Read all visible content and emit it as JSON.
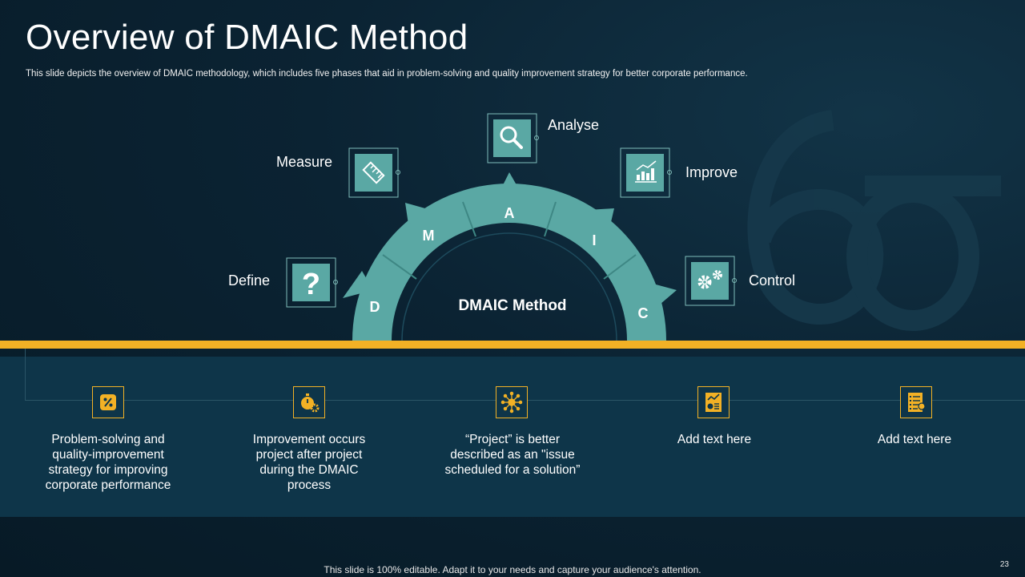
{
  "slide": {
    "title": "Overview of DMAIC Method",
    "subtitle": "This slide depicts the overview of DMAIC  methodology, which includes five phases that aid in problem-solving and quality improvement strategy for better corporate performance.",
    "footer": "This slide is 100% editable. Adapt it to your needs and capture your audience's attention.",
    "page_number": "23"
  },
  "diagram": {
    "center_label": "DMAIC Method",
    "letters": {
      "d": "D",
      "m": "M",
      "a": "A",
      "i": "I",
      "c": "C"
    },
    "phases": {
      "define": "Define",
      "measure": "Measure",
      "analyse": "Analyse",
      "improve": "Improve",
      "control": "Control"
    },
    "icons": {
      "define": "question-mark-icon",
      "measure": "ruler-icon",
      "analyse": "magnifier-icon",
      "improve": "growth-chart-icon",
      "control": "gears-icon"
    }
  },
  "features": [
    {
      "icon": "percent-icon",
      "text": "Problem-solving and quality-improvement strategy for improving corporate performance"
    },
    {
      "icon": "stopwatch-gear-icon",
      "text": "Improvement  occurs project after project during the DMAIC process"
    },
    {
      "icon": "network-icon",
      "text": "“Project” is better described as an \"issue scheduled for a solution”"
    },
    {
      "icon": "report-chart-icon",
      "text": "Add text here"
    },
    {
      "icon": "checklist-icon",
      "text": "Add text here"
    }
  ],
  "colors": {
    "background": "#0b2333",
    "teal": "#5aa8a4",
    "gold": "#f2b125",
    "panel": "#0e3549"
  }
}
